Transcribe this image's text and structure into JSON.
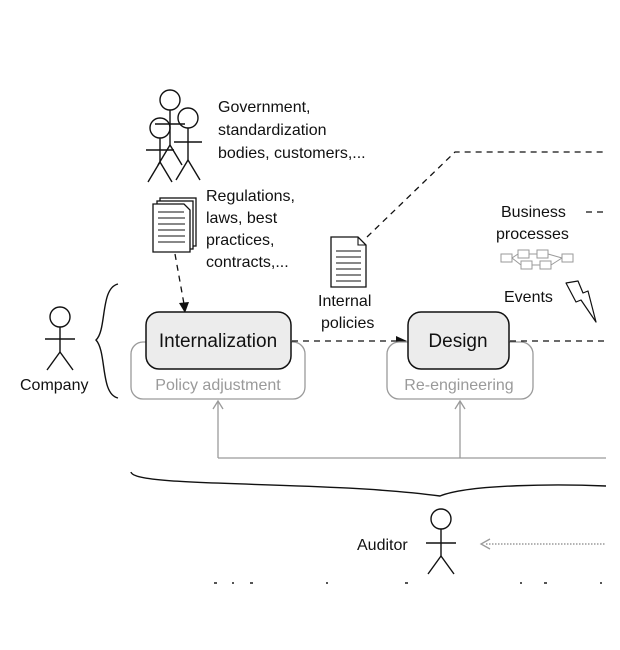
{
  "actors": {
    "stakeholders_line1": "Government,",
    "stakeholders_line2": "standardization",
    "stakeholders_line3": "bodies, customers,...",
    "company": "Company",
    "auditor": "Auditor"
  },
  "documents": {
    "regulations_line1": "Regulations,",
    "regulations_line2": "laws, best",
    "regulations_line3": "practices,",
    "regulations_line4": "contracts,...",
    "internal_line1": "Internal",
    "internal_line2": "policies"
  },
  "process": {
    "business_line1": "Business",
    "business_line2": "processes",
    "events": "Events"
  },
  "boxes": {
    "internalization": "Internalization",
    "policy_adjustment": "Policy adjustment",
    "design": "Design",
    "reengineering": "Re-engineering"
  },
  "colors": {
    "box_fill": "#ececec",
    "stroke": "#111111",
    "muted": "#9a9a9a"
  }
}
